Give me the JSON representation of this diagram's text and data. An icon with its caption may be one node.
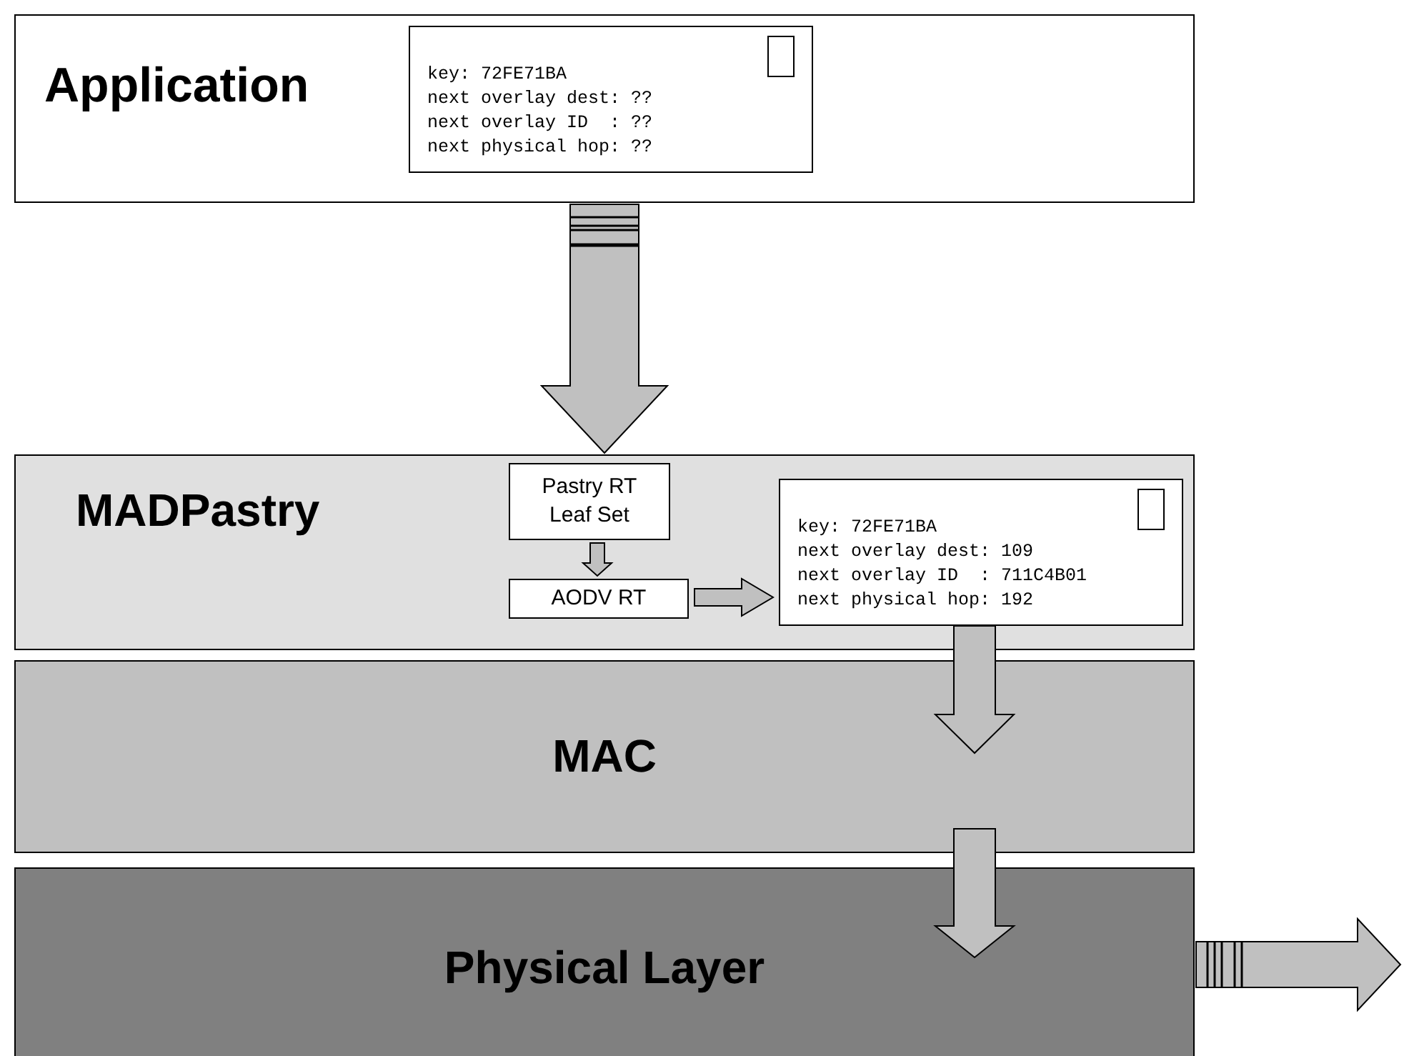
{
  "diagram": {
    "nodes": [
      {
        "text": [
          "Application"
        ]
      },
      {
        "text": [
          "key: 72FE71BA",
          "next overlay dest: ??",
          "next overlay ID  : ??",
          "next physical hop: ??"
        ],
        "in": 0
      },
      {
        "text": [
          "MADPastry"
        ]
      },
      {
        "text": [
          "Pastry RT Leaf Set"
        ],
        "in": 2
      },
      {
        "text": [
          "AODV RT"
        ],
        "in": 2
      },
      {
        "text": [
          "key: 72FE71BA",
          "next overlay dest: 109",
          "next overlay ID  : 711C4B01",
          "next physical hop: 192"
        ],
        "in": 2
      },
      {
        "text": [
          "MAC"
        ]
      },
      {
        "text": [
          "Physical Layer"
        ]
      }
    ],
    "edges": [
      {
        "from": 0,
        "to": 2,
        "arrow": "to"
      },
      {
        "from": 3,
        "to": 4,
        "arrow": "to"
      },
      {
        "from": 4,
        "to": 5,
        "arrow": "to"
      },
      {
        "from": 5,
        "to": 6,
        "arrow": "to"
      },
      {
        "from": 6,
        "to": 7,
        "arrow": "to"
      },
      {
        "from": 7,
        "to": null,
        "arrow": "to"
      }
    ]
  }
}
